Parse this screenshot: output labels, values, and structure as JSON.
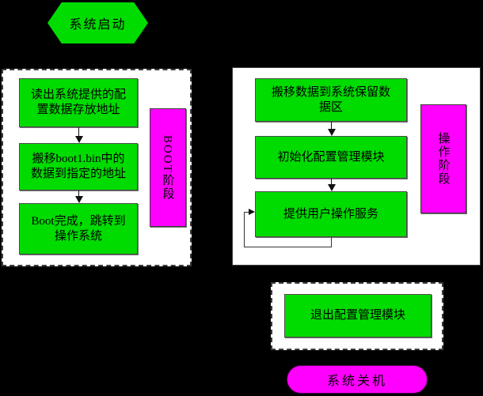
{
  "colors": {
    "background": "#000000",
    "node_green": "#00dc00",
    "stage_magenta": "#ff00ff",
    "panel_white": "#ffffff",
    "text": "#000000"
  },
  "start_terminator": {
    "label": "系统启动"
  },
  "boot_stage": {
    "phase_label": "BOOT阶段",
    "steps": [
      {
        "label": "读出系统提供的配\n置数据存放地址"
      },
      {
        "label": "搬移boot1.bin中的\n数据到指定的地址"
      },
      {
        "label": "Boot完成，跳转到\n操作系统"
      }
    ]
  },
  "operation_stage": {
    "phase_label": "操作阶段",
    "steps": [
      {
        "label": "搬移数据到系统保留数\n据区"
      },
      {
        "label": "初始化配置管理模块"
      },
      {
        "label": "提供用户操作服务"
      }
    ]
  },
  "exit_stage": {
    "steps": [
      {
        "label": "退出配置管理模块"
      }
    ]
  },
  "end_terminator": {
    "label": "系统关机"
  }
}
